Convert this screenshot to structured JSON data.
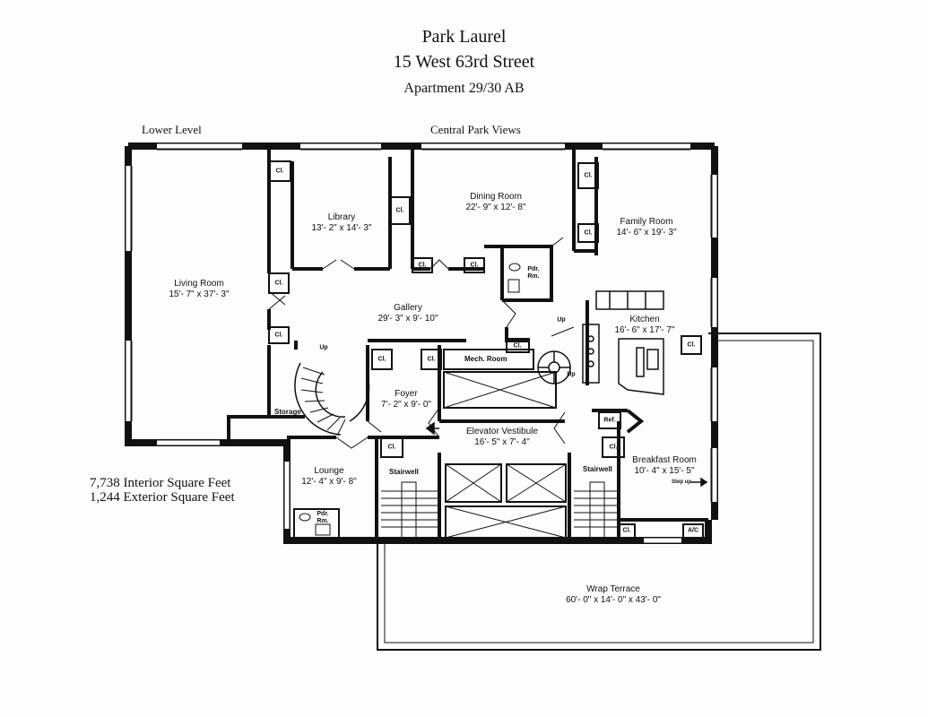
{
  "header": {
    "building": "Park Laurel",
    "address": "15 West 63rd Street",
    "apartment": "Apartment 29/30 AB"
  },
  "labels": {
    "lower_level": "Lower Level",
    "central_park_views": "Central Park Views"
  },
  "area": {
    "interior": "7,738 Interior Square Feet",
    "exterior": "1,244 Exterior Square Feet"
  },
  "rooms": {
    "living_room": {
      "name": "Living Room",
      "dim": "15'- 7\" x 37'- 3\""
    },
    "library": {
      "name": "Library",
      "dim": "13'- 2\" x 14'- 3\""
    },
    "dining_room": {
      "name": "Dining Room",
      "dim": "22'- 9\" x 12'- 8\""
    },
    "family_room": {
      "name": "Family Room",
      "dim": "14'- 6\" x 19'- 3\""
    },
    "gallery": {
      "name": "Gallery",
      "dim": "29'- 3\" x 9'- 10\""
    },
    "kitchen": {
      "name": "Kitchen",
      "dim": "16'- 6\" x 17'- 7\""
    },
    "foyer": {
      "name": "Foyer",
      "dim": "7'- 2\" x 9'- 0\""
    },
    "elevator_vestibule": {
      "name": "Elevator Vestibule",
      "dim": "16'- 5\" x 7'- 4\""
    },
    "breakfast_room": {
      "name": "Breakfast Room",
      "dim": "10'- 4\" x 15'- 5\""
    },
    "lounge": {
      "name": "Lounge",
      "dim": "12'- 4\" x 9'- 8\""
    },
    "wrap_terrace": {
      "name": "Wrap Terrace",
      "dim": "60'- 0\" x 14'- 0\" x 43'- 0\""
    }
  },
  "small": {
    "mech_room": "Mech. Room",
    "storage": "Storage",
    "stairwell_left": "Stairwell",
    "stairwell_right": "Stairwell",
    "closet": "Cl.",
    "powder_room": "Pdr. Rm.",
    "refrigerator": "Ref.",
    "ac": "A/C",
    "up": "Up",
    "step_up": "Step up"
  }
}
